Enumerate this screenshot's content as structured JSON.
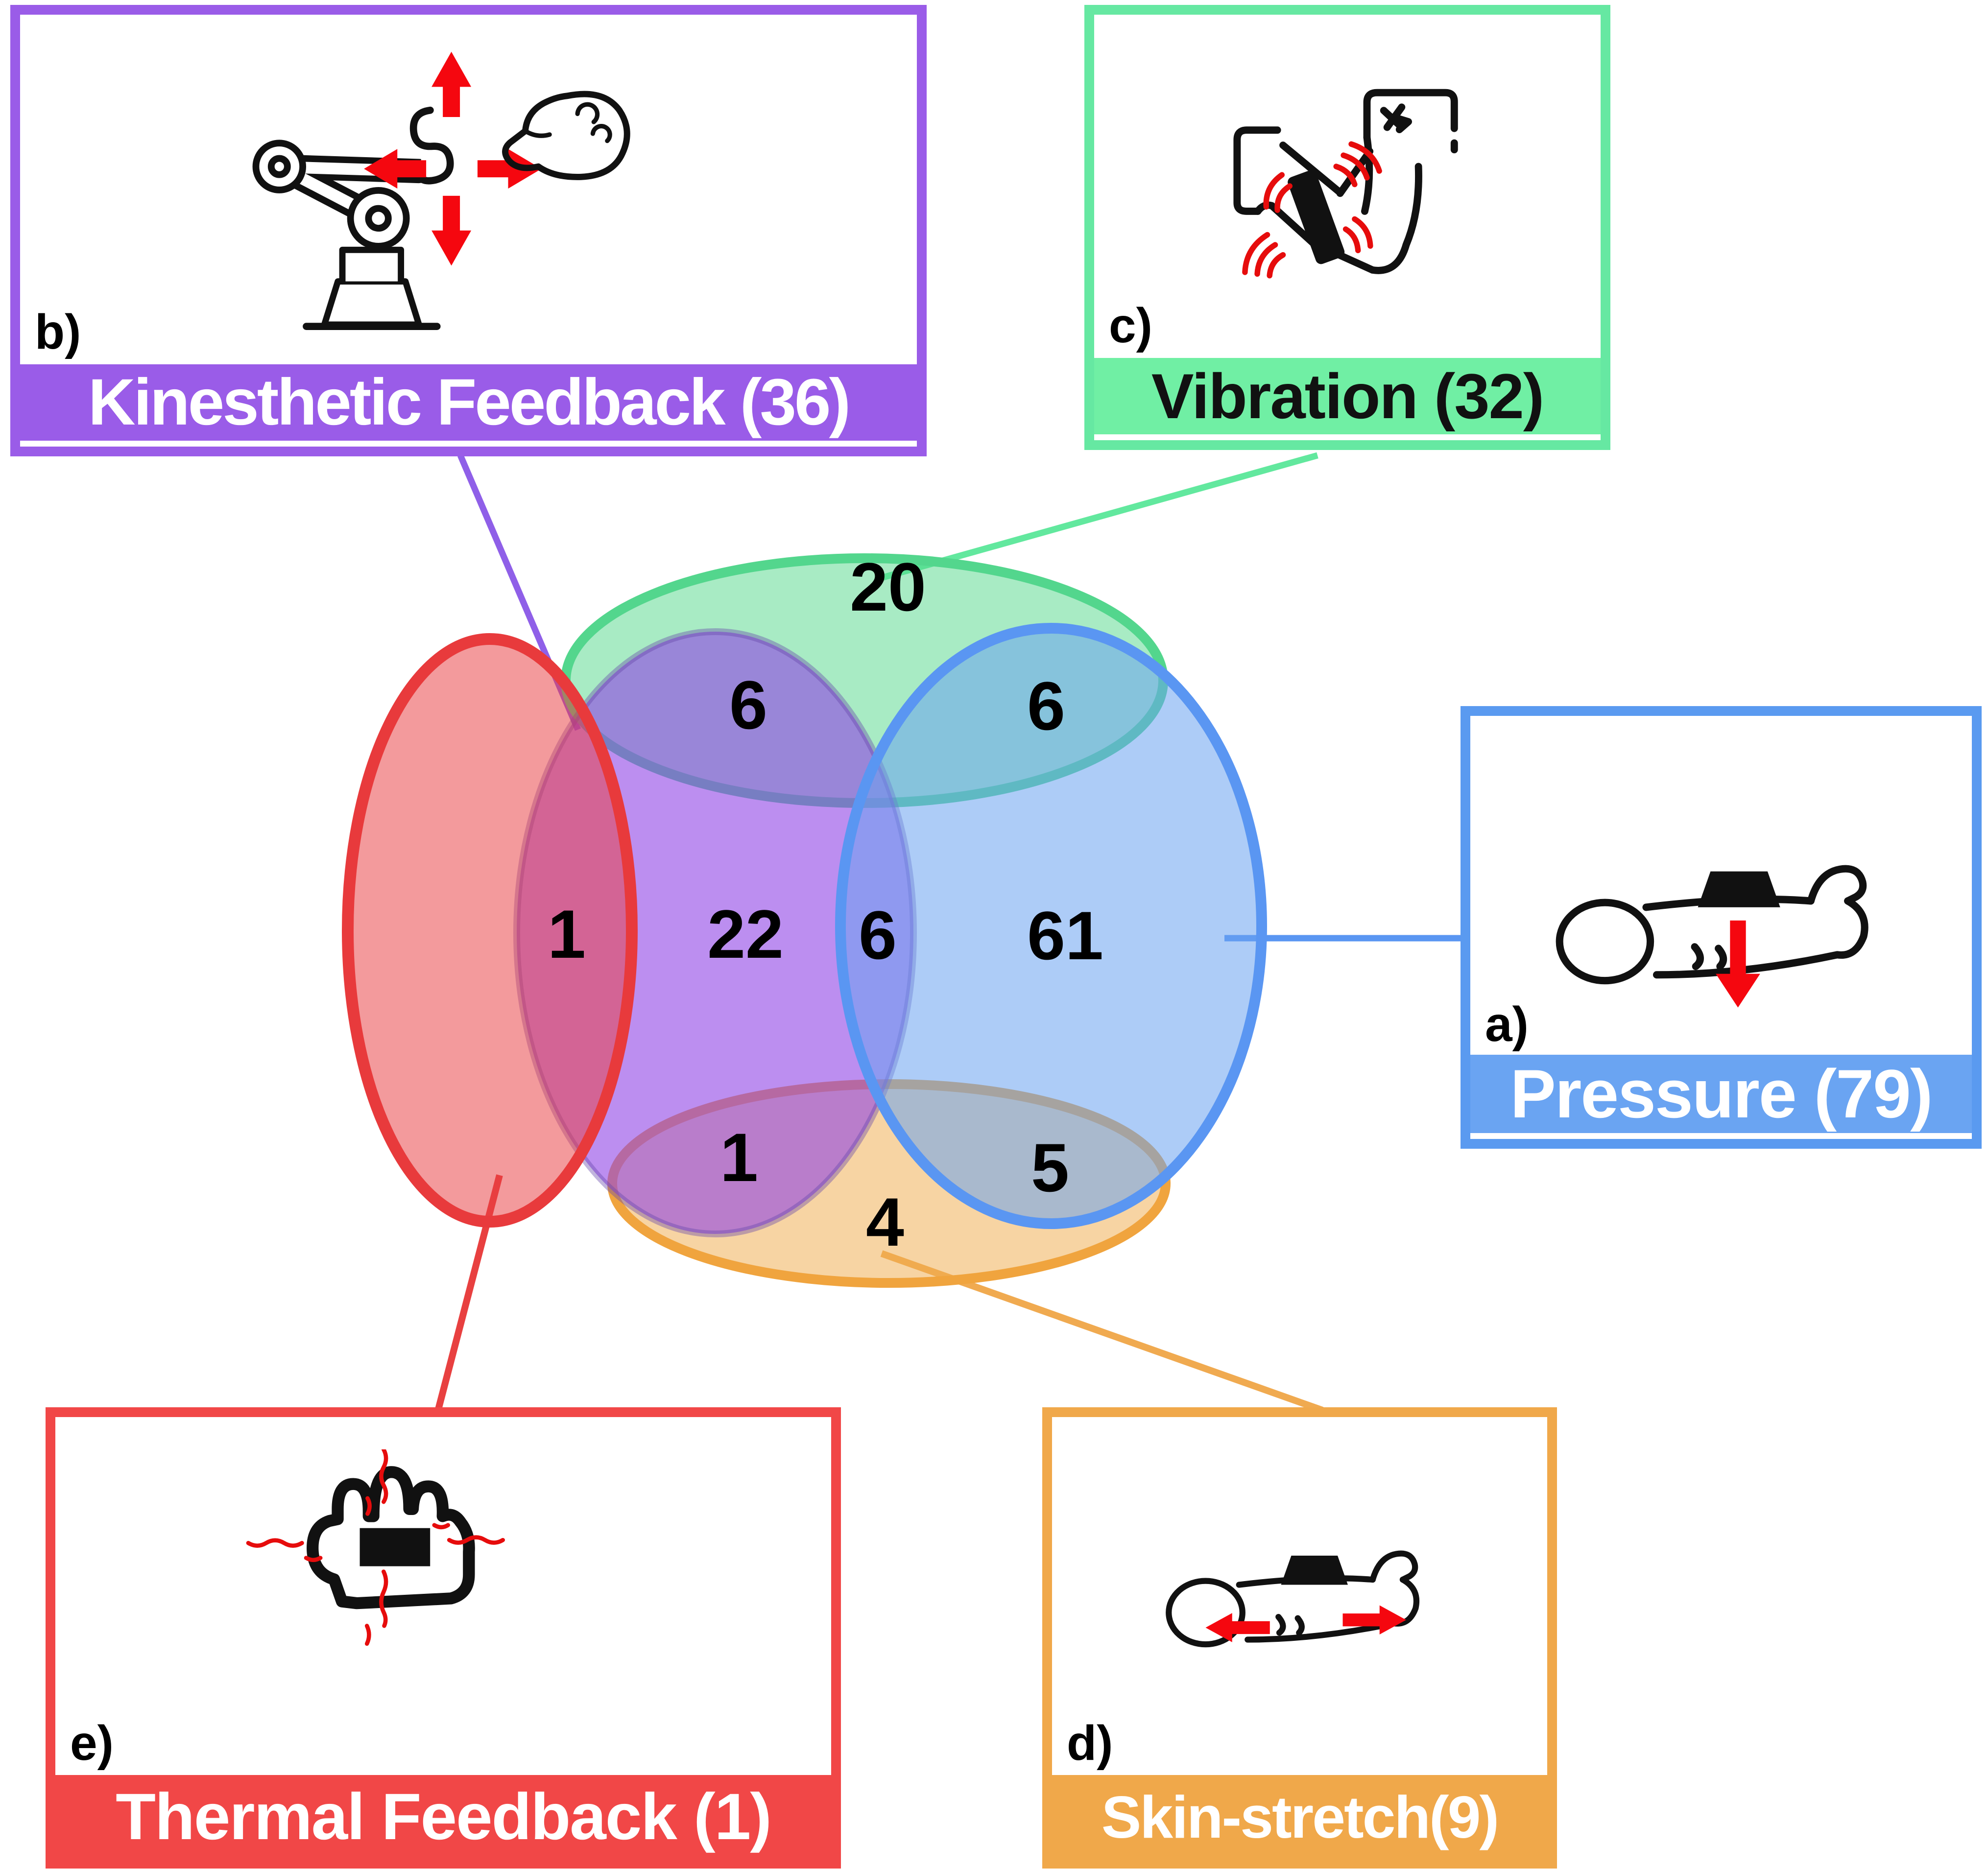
{
  "figure": {
    "background": "#ffffff"
  },
  "panels": {
    "pressure": {
      "letter": "a)",
      "label": "Pressure (79)",
      "icon": "forearm-pressure-icon",
      "theme": "#6aa4f2"
    },
    "kinesthetic": {
      "letter": "b)",
      "label": "Kinesthetic Feedback (36)",
      "icon": "robot-arm-icon",
      "theme": "#9a5ce8"
    },
    "vibration": {
      "letter": "c)",
      "label": "Vibration (32)",
      "icon": "flexed-arm-vibration-icon",
      "theme": "#70efa4"
    },
    "skin_stretch": {
      "letter": "d)",
      "label": "Skin-stretch(9)",
      "icon": "forearm-skin-stretch-icon",
      "theme": "#f0a84a"
    },
    "thermal": {
      "letter": "e)",
      "label": "Thermal Feedback (1)",
      "icon": "fist-thermal-icon",
      "theme": "#f14747"
    }
  },
  "venn": {
    "counts": {
      "vibration_only": "20",
      "kinesthetic_vibration": "6",
      "vibration_pressure": "6",
      "thermal_kinesthetic": "1",
      "kinesthetic_only": "22",
      "kinesthetic_pressure": "6",
      "pressure_only": "61",
      "kinesthetic_skin_stretch": "1",
      "pressure_skin_stretch": "5",
      "skin_stretch_only": "4"
    },
    "set_totals": {
      "pressure": 79,
      "kinesthetic": 36,
      "vibration": 32,
      "skin_stretch": 9,
      "thermal": 1
    },
    "colors": {
      "vibration_stroke": "#53d68d",
      "kinesthetic_fill": "#8f43e6",
      "pressure_stroke": "#5a96f2",
      "skin_stretch_stroke": "#f0a43e",
      "thermal_stroke": "#e83a3c"
    }
  }
}
